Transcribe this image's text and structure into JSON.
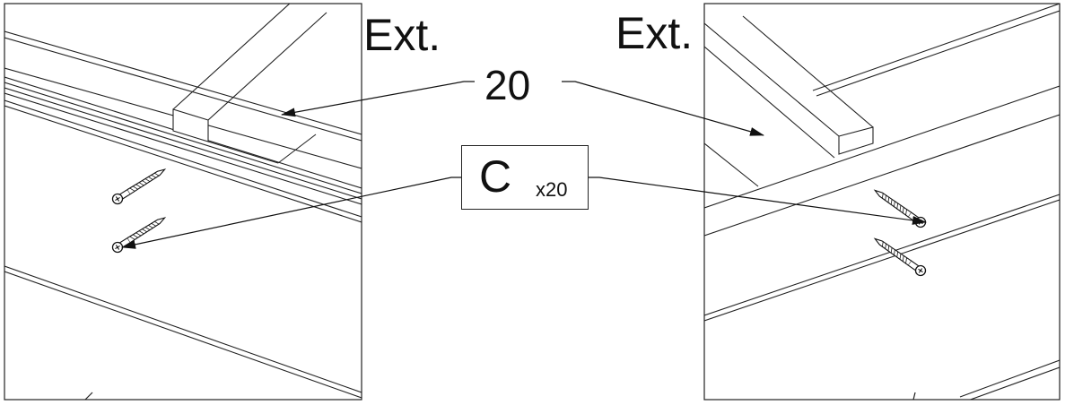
{
  "labels": {
    "ext_left": "Ext.",
    "ext_right": "Ext.",
    "quantity": "20",
    "part_letter": "C",
    "part_count": "x20"
  },
  "colors": {
    "line": "#222222",
    "background": "#ffffff"
  },
  "icons": {
    "screw": "wood-screw-icon"
  }
}
